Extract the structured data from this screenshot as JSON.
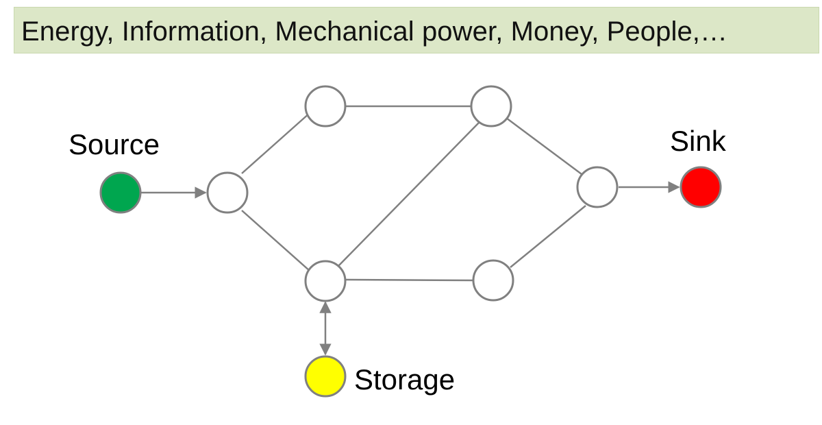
{
  "banner": {
    "text": "Energy, Information, Mechanical power, Money, People,…"
  },
  "labels": {
    "source": "Source",
    "sink": "Sink",
    "storage": "Storage"
  },
  "colors": {
    "source": "#00a64f",
    "sink": "#ff0000",
    "storage": "#ffff00",
    "node": "#ffffff",
    "stroke": "#808080",
    "banner": "#dce7c7"
  }
}
